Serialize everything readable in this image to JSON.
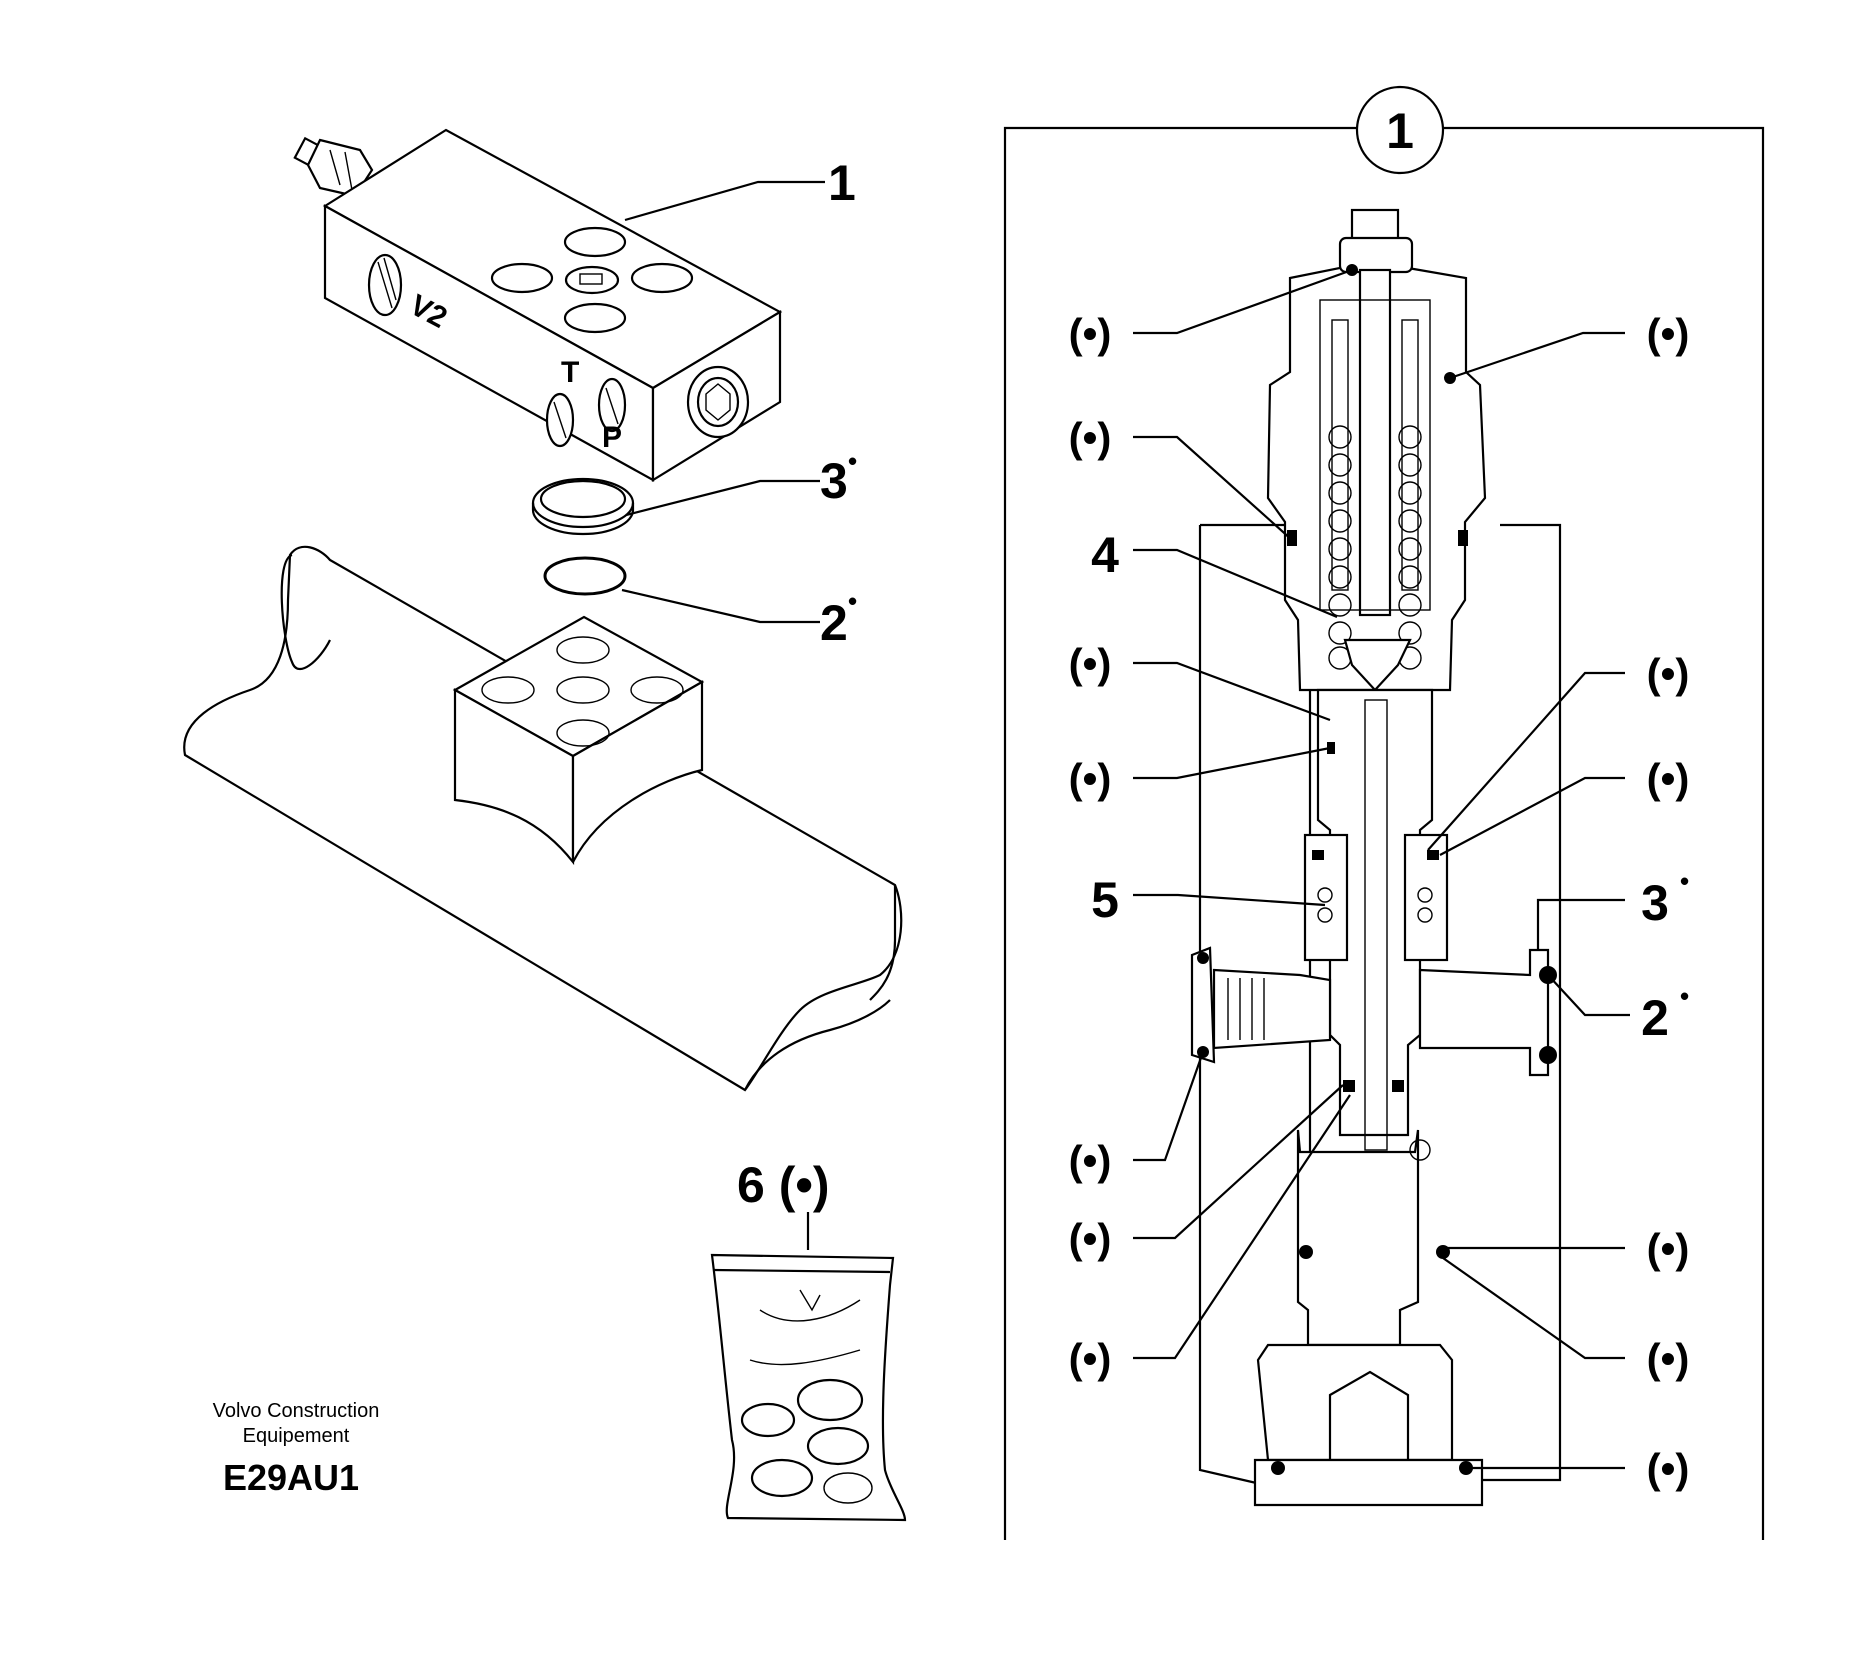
{
  "left_view": {
    "block_ports": [
      "V2",
      "T",
      "P"
    ],
    "callouts": [
      {
        "number": "1",
        "mark": ""
      },
      {
        "number": "3",
        "mark": "•"
      },
      {
        "number": "2",
        "mark": "•"
      }
    ],
    "kit_label": "6 (•)",
    "publisher": [
      "Volvo Construction",
      "Equipement"
    ],
    "figure_code": "E29AU1"
  },
  "detail_view": {
    "title_number": "1",
    "unnumbered_label": "(•)",
    "callouts": [
      {
        "number": "4",
        "mark": ""
      },
      {
        "number": "5",
        "mark": ""
      },
      {
        "number": "3",
        "mark": "•"
      },
      {
        "number": "2",
        "mark": "•"
      }
    ]
  }
}
